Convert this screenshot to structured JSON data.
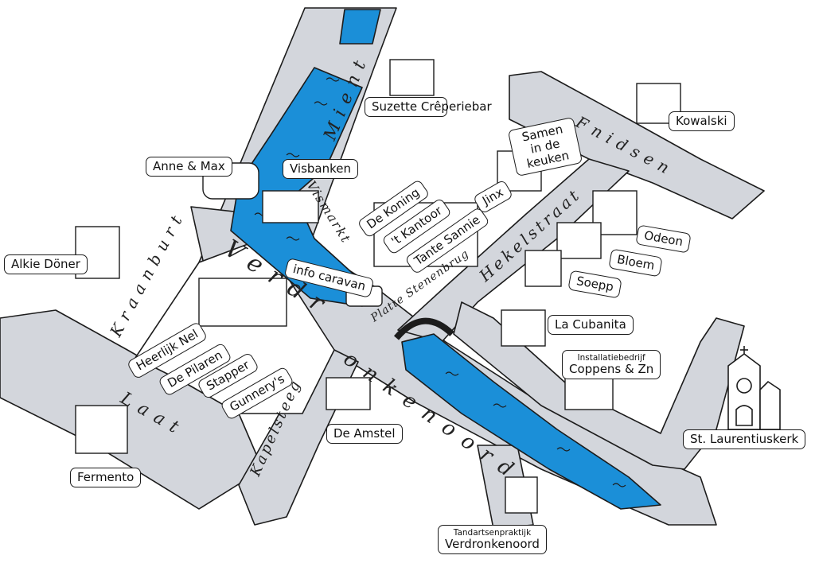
{
  "colors": {
    "canal": "#1b8fd8",
    "street": "#d3d6dc",
    "ink": "#1c1c1c",
    "background": "#ffffff"
  },
  "streets": {
    "mient": "Mient",
    "vismarkt": "Vismarkt",
    "verdronkenoord_upper": "Verdr",
    "verdronkenoord_lower": "onkenoord",
    "kraanbuurt": "Kraanburt",
    "laat": "Laat",
    "kapelsteeg": "Kapelsteeg",
    "fnidsen": "Fnidsen",
    "hekelstraat": "Hekelstraat",
    "platte_stenenbrug": "Platte Stenenbrug"
  },
  "places": {
    "suzette": "Suzette Crêperiebar",
    "kowalski": "Kowalski",
    "anne_max": "Anne & Max",
    "visbanken": "Visbanken",
    "samen": "Samen in de keuken",
    "jinx": "Jinx",
    "de_koning": "De Koning",
    "t_kantoor": "'t Kantoor",
    "tante_sannie": "Tante Sannie",
    "odeon": "Odeon",
    "bloem": "Bloem",
    "soepp": "Soepp",
    "alkie": "Alkie Döner",
    "info_caravan": "info caravan",
    "la_cubanita": "La Cubanita",
    "coppens_sub": "Installatiebedrijf",
    "coppens": "Coppens & Zn",
    "heerlijk_nel": "Heerlijk Nel",
    "de_pilaren": "De Pilaren",
    "stapper": "Stapper",
    "gunnerys": "Gunnery's",
    "de_amstel": "De Amstel",
    "st_laurentius": "St. Laurentiuskerk",
    "fermento": "Fermento",
    "tandarts_sub": "Tandartsenpraktijk",
    "tandarts": "Verdronkenoord"
  }
}
